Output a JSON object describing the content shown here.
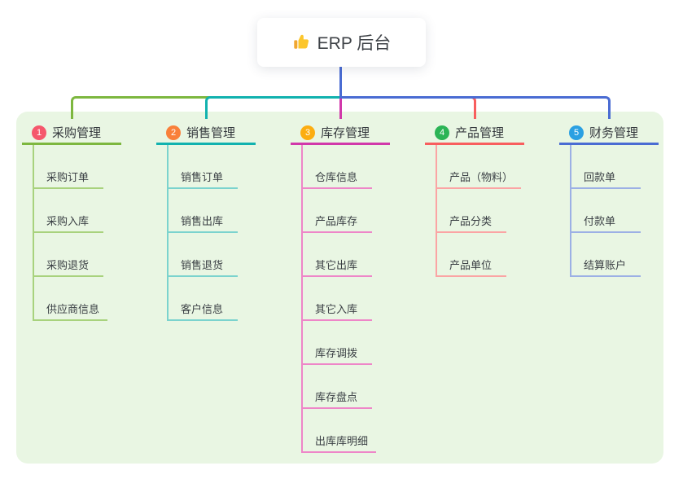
{
  "root": {
    "icon": "thumbs-up-icon",
    "title": "ERP 后台"
  },
  "colors": {
    "page_bg": "#ffffff",
    "panel_bg": "#e9f6e3",
    "card_bg": "#ffffff",
    "root_connector": "#4a6cd3",
    "title_text": "#34383d",
    "child_text": "#3b4045",
    "badge_text": "#ffffff"
  },
  "branches": [
    {
      "number": "1",
      "title": "采购管理",
      "badge_color": "#f5576c",
      "line_color": "#7db73f",
      "line_light_color": "#a8d27d",
      "children": [
        "采购订单",
        "采购入库",
        "采购退货",
        "供应商信息"
      ]
    },
    {
      "number": "2",
      "title": "销售管理",
      "badge_color": "#f9803a",
      "line_color": "#12b2af",
      "line_light_color": "#7bd3ce",
      "children": [
        "销售订单",
        "销售出库",
        "销售退货",
        "客户信息"
      ]
    },
    {
      "number": "3",
      "title": "库存管理",
      "badge_color": "#fcad11",
      "line_color": "#d138aa",
      "line_light_color": "#ee86c8",
      "children": [
        "仓库信息",
        "产品库存",
        "其它出库",
        "其它入库",
        "库存调拨",
        "库存盘点",
        "出库库明细"
      ]
    },
    {
      "number": "4",
      "title": "产品管理",
      "badge_color": "#2cb456",
      "line_color": "#f85e5e",
      "line_light_color": "#fba4a4",
      "children": [
        "产品（物料）",
        "产品分类",
        "产品单位"
      ]
    },
    {
      "number": "5",
      "title": "财务管理",
      "badge_color": "#2ba0e2",
      "line_color": "#4a6cd3",
      "line_light_color": "#9cb0e5",
      "children": [
        "回款单",
        "付款单",
        "结算账户"
      ]
    }
  ]
}
